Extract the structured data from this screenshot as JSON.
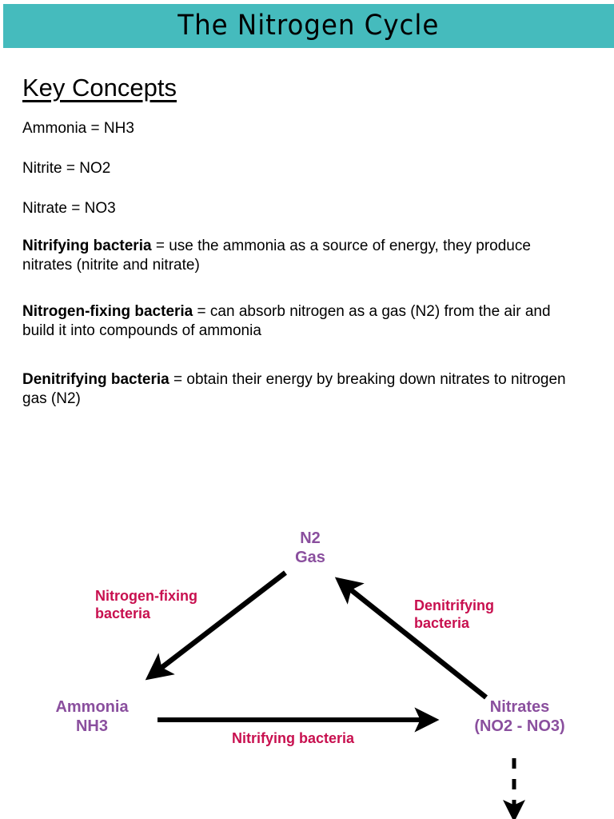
{
  "slide": {
    "title": "The Nitrogen Cycle",
    "banner_color": "#45bbbd",
    "heading": "Key Concepts"
  },
  "definitions": [
    {
      "text": "Ammonia = NH3"
    },
    {
      "text": "Nitrite = NO2"
    },
    {
      "text": "Nitrate = NO3"
    }
  ],
  "concepts": [
    {
      "term": "Nitrifying bacteria",
      "body": " = use the ammonia as a source of energy, they produce nitrates (nitrite and nitrate)"
    },
    {
      "term": "Nitrogen-fixing bacteria",
      "body": " = can absorb nitrogen as a gas (N2) from the air and build it into compounds of ammonia"
    },
    {
      "term": "Denitrifying bacteria",
      "body": " = obtain their energy by breaking down nitrates to nitrogen gas (N2)"
    }
  ],
  "diagram": {
    "node_color": "#8a4f9e",
    "process_color": "#c8104f",
    "arrow_color": "#000000",
    "nodes": [
      {
        "id": "n2-gas",
        "line1": "N2",
        "line2": "Gas"
      },
      {
        "id": "ammonia",
        "line1": "Ammonia",
        "line2": "NH3"
      },
      {
        "id": "nitrates",
        "line1": "Nitrates",
        "line2": "(NO2 - NO3)"
      }
    ],
    "processes": [
      {
        "id": "nitrogen-fixing",
        "line1": "Nitrogen-fixing",
        "line2": "bacteria"
      },
      {
        "id": "denitrifying",
        "line1": "Denitrifying",
        "line2": "bacteria"
      },
      {
        "id": "nitrifying",
        "line1": "Nitrifying bacteria",
        "line2": ""
      }
    ]
  }
}
